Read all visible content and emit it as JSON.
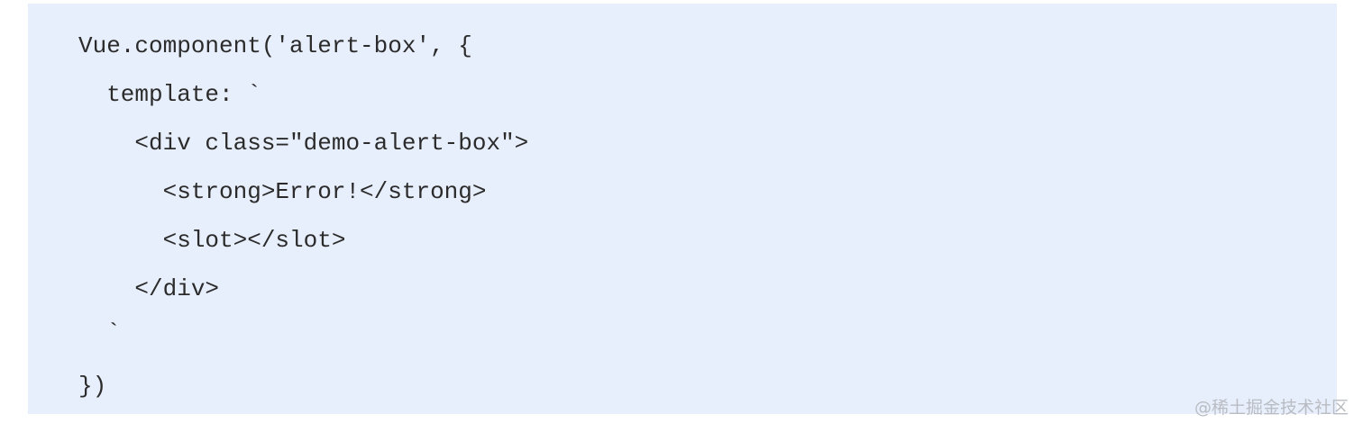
{
  "code": {
    "lines": [
      "Vue.component('alert-box', {",
      "  template: `",
      "    <div class=\"demo-alert-box\">",
      "      <strong>Error!</strong>",
      "      <slot></slot>",
      "    </div>",
      "  `",
      "})"
    ]
  },
  "watermark": {
    "text": "@稀土掘金技术社区"
  }
}
